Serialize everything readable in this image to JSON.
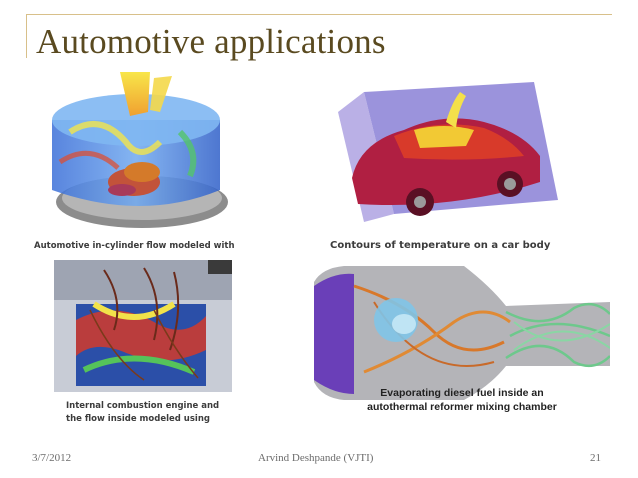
{
  "slide": {
    "title": "Automotive applications",
    "footer": {
      "date": "3/7/2012",
      "author": "Arvind Deshpande (VJTI)",
      "page": "21"
    }
  },
  "figures": [
    {
      "caption": "Automotive in-cylinder flow modeled with"
    },
    {
      "caption": "Contours of temperature on a car body"
    },
    {
      "caption_lines": [
        "Internal combustion engine and",
        "the flow inside modeled using"
      ]
    },
    {
      "caption_lines": [
        "Evaporating diesel fuel inside an",
        "autothermal reformer mixing chamber"
      ]
    }
  ],
  "colors": {
    "title": "#5a4a20",
    "rule": "#d8c08a",
    "footer_text": "#6b6b6b"
  }
}
